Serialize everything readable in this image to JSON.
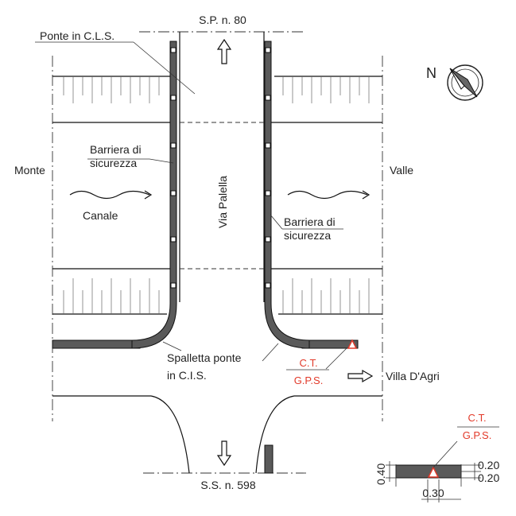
{
  "labels": {
    "top_road": "S.P. n. 80",
    "bottom_road": "S.S. n. 598",
    "bridge": "Ponte in C.L.S.",
    "barrier_left_1": "Barriera di",
    "barrier_left_2": "sicurezza",
    "barrier_right_1": "Barriera di",
    "barrier_right_2": "sicurezza",
    "monte": "Monte",
    "valle": "Valle",
    "canal": "Canale",
    "street": "Via Palella",
    "parapet_1": "Spalletta ponte",
    "parapet_2": "in C.I.S.",
    "ct": "C.T.",
    "gps": "G.P.S.",
    "ct_detail": "C.T.",
    "gps_detail": "G.P.S.",
    "villa": "Villa D'Agri",
    "north": "N"
  },
  "detail": {
    "height": "0.40",
    "upper": "0.20",
    "lower": "0.20",
    "width": "0.30"
  },
  "colors": {
    "marker": "#e23a2a",
    "barrier": "#5a5a5a"
  }
}
